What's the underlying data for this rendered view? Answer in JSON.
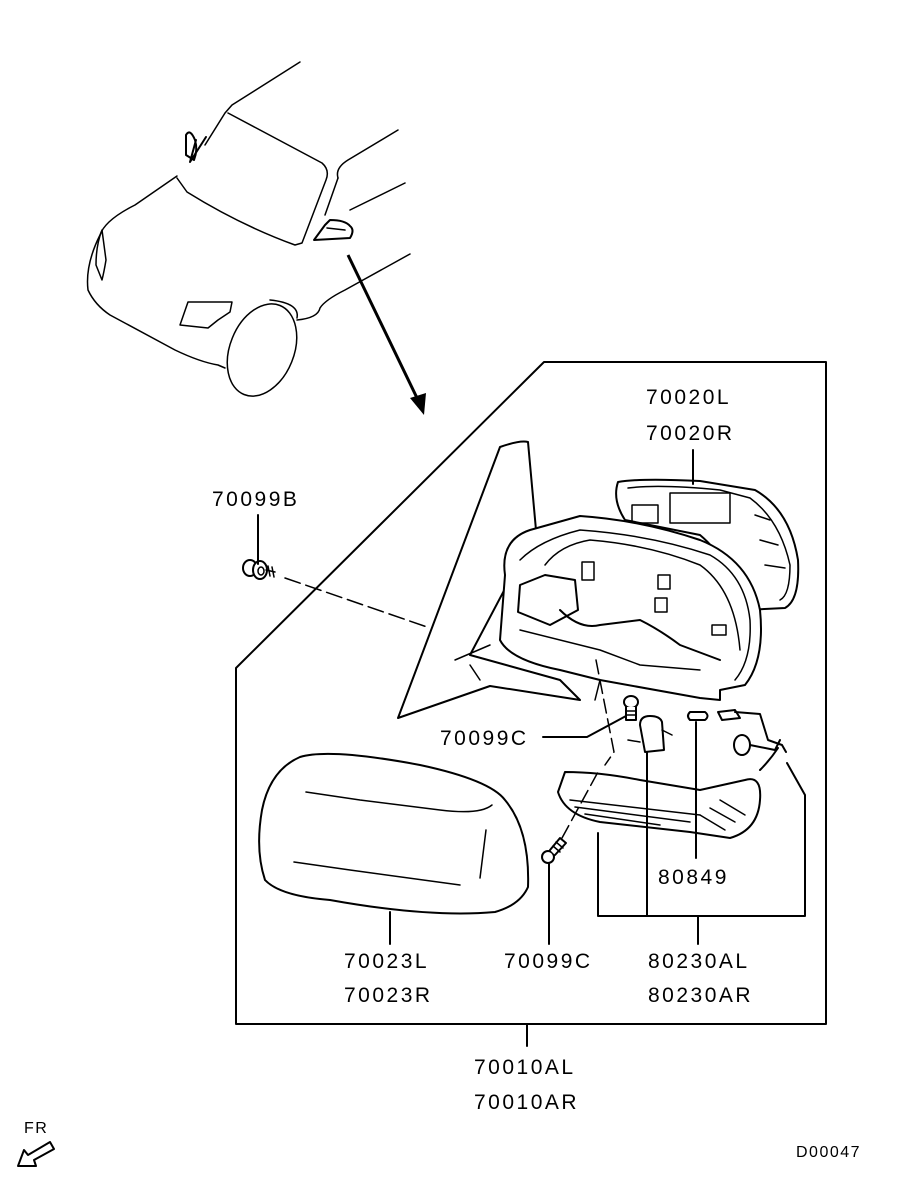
{
  "diagram": {
    "title": "Outside rear view mirror exploded parts diagram",
    "drawing_id": "D00047",
    "orientation": {
      "label": "FR",
      "icon": "front-direction-arrow-icon"
    },
    "assembly": {
      "part_numbers": [
        "70010AL",
        "70010AR"
      ]
    },
    "parts": [
      {
        "id": "mirror-glass",
        "part_numbers": [
          "70020L",
          "70020R"
        ]
      },
      {
        "id": "mounting-nut",
        "part_numbers": [
          "70099B"
        ]
      },
      {
        "id": "screw-upper",
        "part_numbers": [
          "70099C"
        ]
      },
      {
        "id": "mirror-cover",
        "part_numbers": [
          "70023L",
          "70023R"
        ]
      },
      {
        "id": "screw-lower",
        "part_numbers": [
          "70099C"
        ]
      },
      {
        "id": "bulb",
        "part_numbers": [
          "80849"
        ]
      },
      {
        "id": "side-turn-lamp",
        "part_numbers": [
          "80230AL",
          "80230AR"
        ]
      }
    ]
  }
}
